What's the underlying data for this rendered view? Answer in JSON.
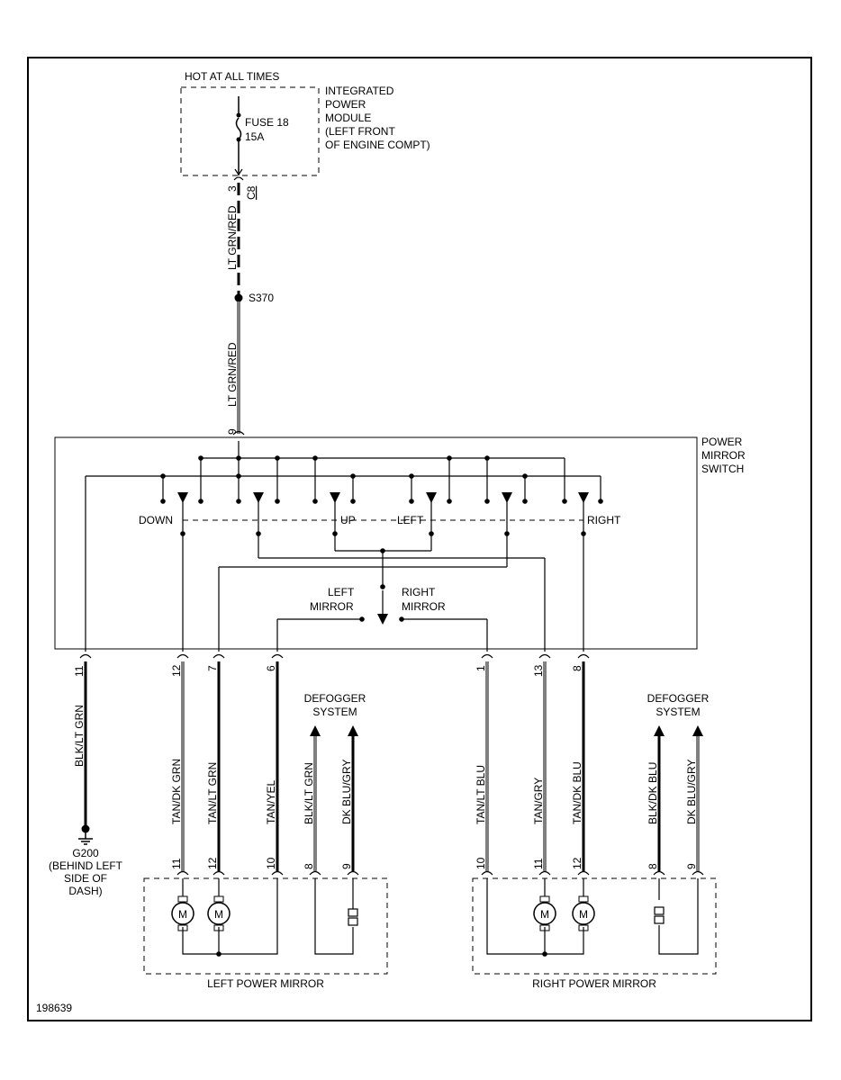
{
  "fuse_box": {
    "hot_label": "HOT AT ALL TIMES",
    "module_lines": [
      "INTEGRATED",
      "POWER",
      "MODULE",
      "(LEFT FRONT",
      "OF ENGINE COMPT)"
    ],
    "fuse_name": "FUSE 18",
    "fuse_rating": "15A",
    "connector_pin": "3",
    "connector_id": "C8"
  },
  "feed": {
    "wire_upper": "LT GRN/RED",
    "splice": "S370",
    "wire_lower": "LT GRN/RED",
    "switch_pin": "9"
  },
  "switch": {
    "title_lines": [
      "POWER",
      "MIRROR",
      "SWITCH"
    ],
    "down": "DOWN",
    "up": "UP",
    "left": "LEFT",
    "right": "RIGHT",
    "left_mirror_lines": [
      "LEFT",
      "MIRROR"
    ],
    "right_mirror_lines": [
      "RIGHT",
      "MIRROR"
    ]
  },
  "switch_outputs": [
    {
      "pin": "11",
      "wire": "BLK/LT GRN"
    },
    {
      "pin": "12",
      "wire": "TAN/DK GRN"
    },
    {
      "pin": "7",
      "wire": "TAN/LT GRN"
    },
    {
      "pin": "6",
      "wire": "TAN/YEL"
    },
    {
      "pin": "1",
      "wire": "TAN/LT BLU"
    },
    {
      "pin": "13",
      "wire": "TAN/GRY"
    },
    {
      "pin": "8",
      "wire": "TAN/DK BLU"
    }
  ],
  "ground": {
    "id": "G200",
    "location_lines": [
      "(BEHIND LEFT",
      "SIDE OF",
      "DASH)"
    ]
  },
  "left_defogger": {
    "title_lines": [
      "DEFOGGER",
      "SYSTEM"
    ],
    "wires": [
      "BLK/LT GRN",
      "DK BLU/GRY"
    ]
  },
  "right_defogger": {
    "title_lines": [
      "DEFOGGER",
      "SYSTEM"
    ],
    "wires": [
      "BLK/DK BLU",
      "DK BLU/GRY"
    ]
  },
  "left_mirror": {
    "title": "LEFT POWER MIRROR",
    "pins": [
      "11",
      "12",
      "10",
      "8",
      "9"
    ],
    "motor_label": "M"
  },
  "right_mirror": {
    "title": "RIGHT POWER MIRROR",
    "pins": [
      "10",
      "11",
      "12",
      "8",
      "9"
    ],
    "motor_label": "M"
  },
  "figure_number": "198639"
}
